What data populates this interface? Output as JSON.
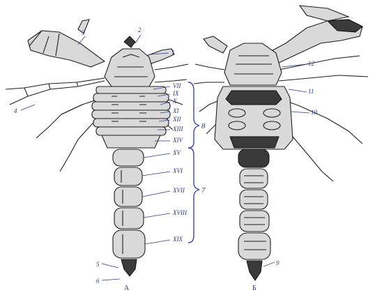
{
  "labels": {
    "l1": "1",
    "l2": "2",
    "l3": "3",
    "l4": "4",
    "l5": "5",
    "l6": "6",
    "l7": "7",
    "l8": "8",
    "l9": "9",
    "l10": "10",
    "l11": "11",
    "l12": "12",
    "r7": "VII",
    "r8": "IX",
    "r9": "X",
    "r10": "XI",
    "r11": "XII",
    "r12": "XIII",
    "r13": "XIV",
    "r14": "XV",
    "r15": "XVI",
    "r16": "XVII",
    "r17": "XVIII",
    "r18": "XIX"
  },
  "captions": {
    "left": "A",
    "right": "Б"
  },
  "colors": {
    "ink": "#1f1f1f",
    "label": "#2b3a8f",
    "brace": "#3b46a8"
  }
}
